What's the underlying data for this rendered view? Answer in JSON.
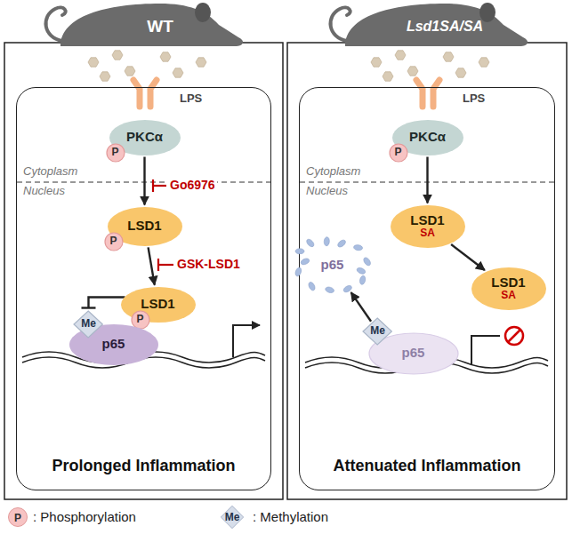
{
  "diagram": {
    "nodes": [
      {
        "text": [
          "WT"
        ]
      },
      {
        "text": [
          "Prolonged Inflammation"
        ]
      },
      {
        "text": [
          "PKCα"
        ],
        "in": 1
      },
      {
        "text": [
          "P"
        ],
        "in": 2
      },
      {
        "text": [
          "LSD1"
        ],
        "in": 1
      },
      {
        "text": [
          "P"
        ],
        "in": 4
      },
      {
        "text": [
          "LSD1"
        ],
        "in": 1
      },
      {
        "text": [
          "P"
        ],
        "in": 6
      },
      {
        "text": [
          "p65"
        ],
        "in": 1
      },
      {
        "text": [
          "Me"
        ],
        "in": 8
      },
      {
        "text": [
          "Lsd1SA/SA"
        ]
      },
      {
        "text": [
          "Attenuated Inflammation"
        ]
      },
      {
        "text": [
          "PKCα"
        ],
        "in": 11
      },
      {
        "text": [
          "P"
        ],
        "in": 12
      },
      {
        "text": [
          "LSD1",
          "SA"
        ],
        "in": 11
      },
      {
        "text": [
          "LSD1",
          "SA"
        ],
        "in": 11
      },
      {
        "text": [
          "p65"
        ],
        "in": 11
      },
      {
        "text": [
          "Me"
        ],
        "in": 16
      },
      {
        "text": [
          "p65"
        ],
        "in": 11
      }
    ],
    "edges": [
      {
        "from": 2,
        "to": 4,
        "arrow": "to"
      },
      {
        "from": 4,
        "to": 6,
        "arrow": "to"
      },
      {
        "from": 6,
        "to": 9,
        "arrow": "to"
      },
      {
        "from": 12,
        "to": 14,
        "arrow": "to"
      },
      {
        "from": 14,
        "to": 15,
        "arrow": "to"
      },
      {
        "from": 17,
        "to": 18,
        "arrow": "to"
      }
    ],
    "labels": [
      "LPS",
      "Cytoplasm",
      "Nucleus",
      "Go6976",
      "GSK-LSD1",
      "LPS",
      "Cytoplasm",
      "Nucleus",
      "P",
      "Me"
    ],
    "legend": [
      {
        "text": ": Phosphorylation",
        "color": "#f7c3c3"
      },
      {
        "text": ": Methylation",
        "color": "#d7deea"
      }
    ]
  }
}
